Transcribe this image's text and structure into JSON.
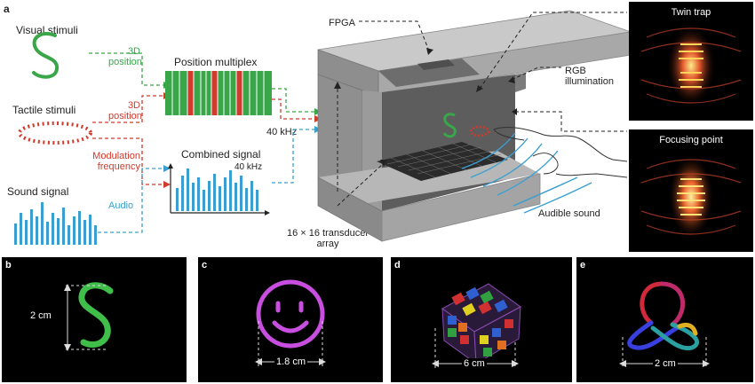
{
  "panel_a": {
    "label": "a",
    "inputs": {
      "visual": {
        "title": "Visual stimuli",
        "glyph": "S",
        "edge_label": "3D\nposition",
        "edge_color": "#3aa64a"
      },
      "tactile": {
        "title": "Tactile stimuli",
        "edge_label1": "3D\nposition",
        "edge_label2": "Modulation\nfrequency",
        "edge_color": "#d23a2b"
      },
      "sound": {
        "title": "Sound signal",
        "edge_label": "Audio",
        "edge_color": "#3a9fd0"
      }
    },
    "multiplex": {
      "title": "Position multiplex",
      "freq": "40 kHz"
    },
    "combined": {
      "title": "Combined signal",
      "freq": "40 kHz"
    },
    "device": {
      "fpga": "FPGA",
      "rgb": "RGB\nillumination",
      "array": "16 × 16 transducer\narray",
      "audible": "Audible sound"
    },
    "insets": [
      {
        "title": "Twin trap"
      },
      {
        "title": "Focusing point"
      }
    ]
  },
  "panels": [
    {
      "label": "b",
      "scale": "2 cm",
      "description": "green-s"
    },
    {
      "label": "c",
      "scale": "1.8 cm",
      "description": "magenta-smiley"
    },
    {
      "label": "d",
      "scale": "6 cm",
      "description": "rubik-cube"
    },
    {
      "label": "e",
      "scale": "2 cm",
      "description": "trefoil-knot"
    }
  ],
  "colors": {
    "green": "#3aa64a",
    "red": "#d23a2b",
    "blue": "#3a9fd0"
  }
}
